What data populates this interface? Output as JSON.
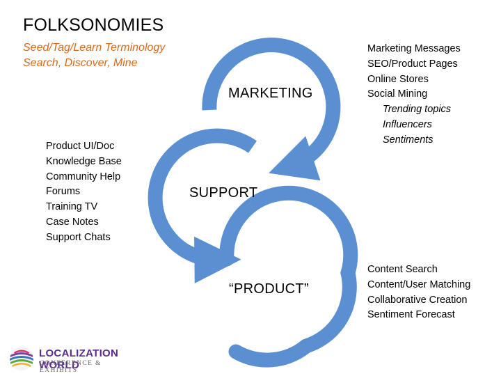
{
  "header": {
    "title": "FOLKSONOMIES",
    "subtitle_1": "Seed/Tag/Learn Terminology",
    "subtitle_2": "Search, Discover, Mine"
  },
  "loops": {
    "marketing_label": "MARKETING",
    "support_label": "SUPPORT",
    "product_label": "“PRODUCT”"
  },
  "marketing_items": [
    "Marketing Messages",
    "SEO/Product Pages",
    "Online Stores",
    "Social Mining"
  ],
  "marketing_subitems": [
    "Trending topics",
    "Influencers",
    "Sentiments"
  ],
  "support_items": [
    "Product UI/Doc",
    "Knowledge Base",
    "Community Help",
    "Forums",
    "Training TV",
    "Case Notes",
    "Support Chats"
  ],
  "product_items": [
    "Content Search",
    "Content/User Matching",
    "Collaborative Creation",
    "Sentiment Forecast"
  ],
  "logo": {
    "name": "LOCALIZATION WORLD",
    "tagline": "CONFERENCE & EXHIBITS"
  },
  "colors": {
    "loop": "#5a8fd1",
    "loop_edge": "#4a7cc0",
    "subtitle": "#d9691a"
  }
}
